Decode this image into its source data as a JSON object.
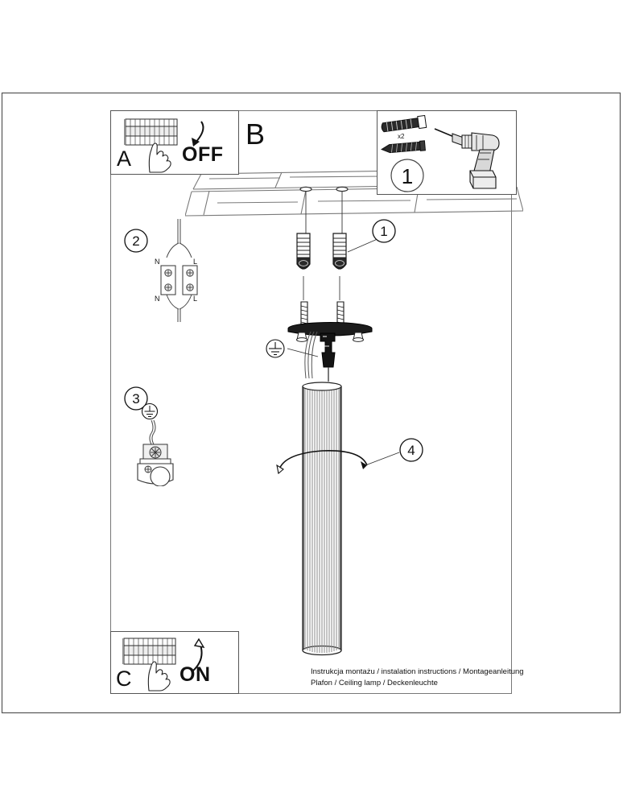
{
  "document": {
    "kind": "installation-instruction-sheet",
    "product_caption_line1": "Instrukcja montażu / instalation instructions / Montageanleitung",
    "product_caption_line2": "Plafon / Ceiling lamp / Deckenleuchte"
  },
  "panels": {
    "a": {
      "letter": "A",
      "action_label": "OFF",
      "icon_fuse_box": "circuit-breaker-panel-icon",
      "icon_hand": "hand-pointing-icon",
      "icon_arrow": "curved-arrow-down-icon"
    },
    "b": {
      "letter": "B"
    },
    "c": {
      "letter": "C",
      "action_label": "ON",
      "icon_fuse_box": "circuit-breaker-panel-icon",
      "icon_hand": "hand-pointing-icon",
      "icon_arrow": "curved-arrow-up-icon"
    },
    "parts": {
      "number": "1",
      "quantity_label": "x2",
      "icon_wall_plug": "wall-plug-icon",
      "icon_screw": "screw-icon",
      "icon_drill": "power-drill-icon"
    }
  },
  "steps": {
    "one": {
      "number": "1"
    },
    "two": {
      "number": "2",
      "terminal_labels": [
        "N",
        "L",
        "N",
        "L"
      ],
      "icon": "terminal-block-icon"
    },
    "three": {
      "number": "3",
      "icon_earth": "earth-ground-icon",
      "icon_socket": "lamp-socket-icon"
    },
    "four": {
      "number": "4",
      "icon_rotate": "rotate-arrow-icon"
    }
  },
  "assembly": {
    "icon_ceiling": "ceiling-perspective-icon",
    "icon_drill_hole": "drill-hole-icon",
    "icon_wall_plug": "wall-plug-icon",
    "icon_screw": "screw-icon",
    "icon_mounting_plate": "mounting-plate-icon",
    "icon_earth": "earth-ground-icon",
    "icon_lamp_body": "fluted-cylinder-lamp-icon",
    "hole_count": 2,
    "plug_count": 2,
    "screw_count": 2
  },
  "colors": {
    "line": "#1a1a1a",
    "light_line": "#6e6e6e",
    "frame": "#444444",
    "background": "#ffffff"
  }
}
